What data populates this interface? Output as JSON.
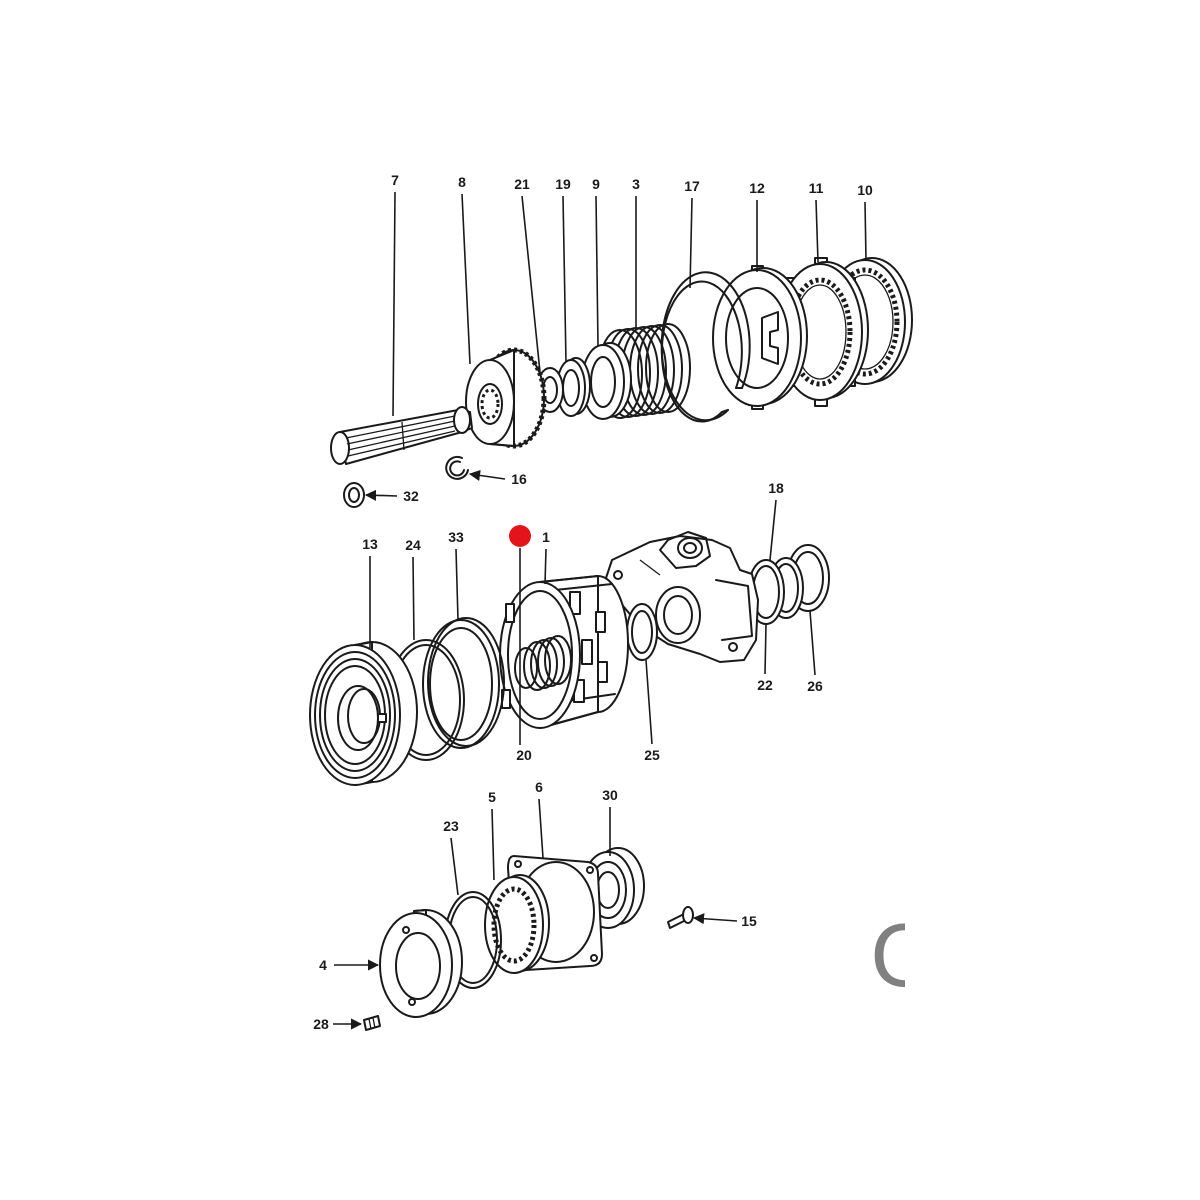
{
  "diagram": {
    "callouts": {
      "p7": "7",
      "p8": "8",
      "p21": "21",
      "p19": "19",
      "p9": "9",
      "p3": "3",
      "p17": "17",
      "p12": "12",
      "p11": "11",
      "p10": "10",
      "p16": "16",
      "p32": "32",
      "p13": "13",
      "p24": "24",
      "p33": "33",
      "p1": "1",
      "p18": "18",
      "p22": "22",
      "p26": "26",
      "p25": "25",
      "p20": "20",
      "p23": "23",
      "p5": "5",
      "p6": "6",
      "p30": "30",
      "p15": "15",
      "p4": "4",
      "p28": "28"
    },
    "edge_glyph": "C",
    "colors": {
      "line": "#1a1a1a",
      "marker": "#e5141a",
      "edge_glyph": "#808080"
    }
  }
}
